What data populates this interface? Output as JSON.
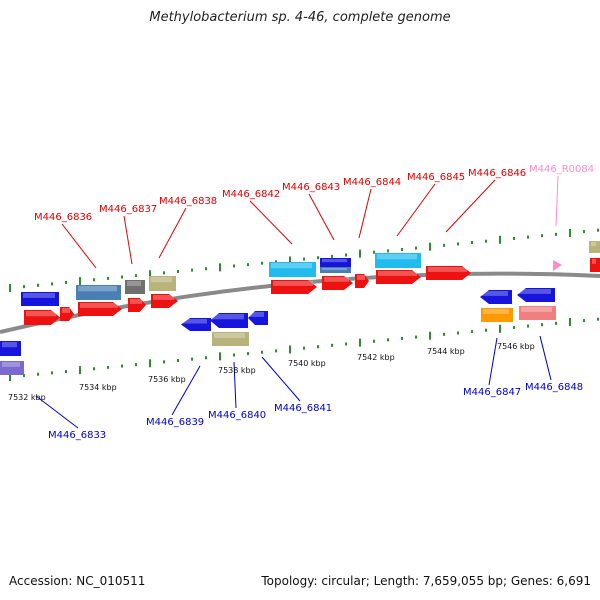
{
  "title": "Methylobacterium sp. 4-46, complete genome",
  "footer": {
    "accession": "Accession: NC_010511",
    "info": "Topology: circular; Length: 7,659,055 bp; Genes: 6,691"
  },
  "colors": {
    "backbone": "#8a8a8a",
    "tick": "#2e8b2e",
    "label_forward": "#e00000",
    "label_reverse": "#0000cc",
    "label_rna": "#ff8cc8",
    "gene_red": "#ee1111",
    "gene_blue": "#1515dd",
    "gene_cyan": "#22bbee",
    "gene_steel": "#4a7fb5",
    "gene_gray": "#707070",
    "gene_khaki": "#b8b37a",
    "gene_orange": "#ff9900",
    "gene_pink": "#f08080",
    "gene_lavender": "#7a6ad0"
  },
  "scale_labels": [
    "7532 kbp",
    "7534 kbp",
    "7536 kbp",
    "7538 kbp",
    "7540 kbp",
    "7542 kbp",
    "7544 kbp",
    "7546 kbp"
  ],
  "gene_labels": [
    {
      "text": "M446_6836",
      "strand": "forward"
    },
    {
      "text": "M446_6837",
      "strand": "forward"
    },
    {
      "text": "M446_6838",
      "strand": "forward"
    },
    {
      "text": "M446_6842",
      "strand": "forward"
    },
    {
      "text": "M446_6843",
      "strand": "forward"
    },
    {
      "text": "M446_6844",
      "strand": "forward"
    },
    {
      "text": "M446_6845",
      "strand": "forward"
    },
    {
      "text": "M446_6846",
      "strand": "forward"
    },
    {
      "text": "M446_R0084",
      "strand": "rna"
    },
    {
      "text": "M446_6833",
      "strand": "reverse"
    },
    {
      "text": "M446_6839",
      "strand": "reverse"
    },
    {
      "text": "M446_6840",
      "strand": "reverse"
    },
    {
      "text": "M446_6841",
      "strand": "reverse"
    },
    {
      "text": "M446_6847",
      "strand": "reverse"
    },
    {
      "text": "M446_6848",
      "strand": "reverse"
    }
  ]
}
